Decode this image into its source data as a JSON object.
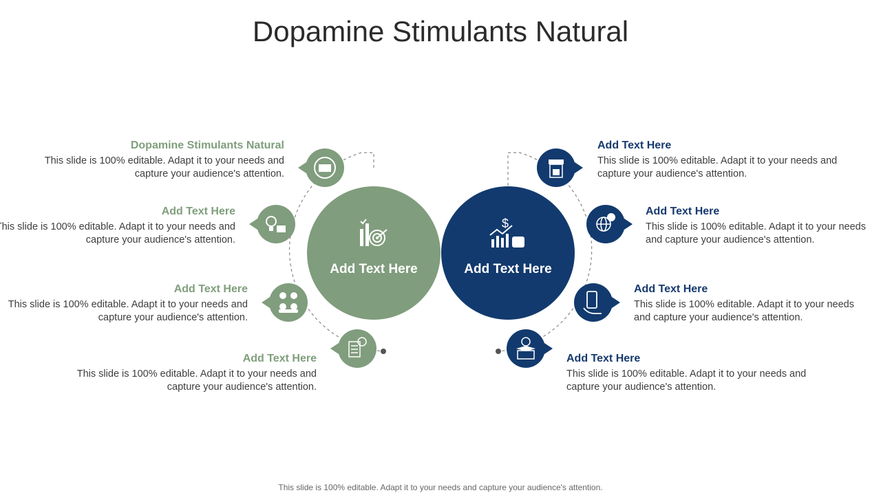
{
  "title": "Dopamine Stimulants Natural",
  "colors": {
    "green": "#809d7d",
    "navy": "#123a6e",
    "dashed_line": "#888888"
  },
  "left_circle": {
    "label": "Add Text Here",
    "icon": "bar-chart-target-icon"
  },
  "right_circle": {
    "label": "Add Text Here",
    "icon": "dollar-growth-chart-icon"
  },
  "left_items": [
    {
      "heading": "Dopamine Stimulants Natural",
      "text": "This slide is 100% editable. Adapt it to your needs and capture your audience's attention.",
      "icon": "money-transfer-icon"
    },
    {
      "heading": "Add Text Here",
      "text": "This slide is 100% editable. Adapt it to your needs and capture your audience's attention.",
      "icon": "lightbulb-money-icon"
    },
    {
      "heading": "Add Text Here",
      "text": "This slide is 100% editable. Adapt it to your needs and capture your audience's attention.",
      "icon": "team-ideas-icon"
    },
    {
      "heading": "Add Text Here",
      "text": "This slide is 100% editable. Adapt it to your needs and capture your audience's attention.",
      "icon": "document-clock-icon"
    }
  ],
  "right_items": [
    {
      "heading": "Add Text Here",
      "text": "This slide is 100% editable. Adapt it to your needs and capture your audience's attention.",
      "icon": "online-shop-icon"
    },
    {
      "heading": "Add Text Here",
      "text": "This slide is 100% editable. Adapt it to your needs and capture your audience's attention.",
      "icon": "global-business-icon"
    },
    {
      "heading": "Add Text Here",
      "text": "This slide is 100% editable. Adapt it to your needs and capture your audience's attention.",
      "icon": "mobile-payment-icon"
    },
    {
      "heading": "Add Text Here",
      "text": "This slide is 100% editable. Adapt it to your needs and capture your audience's attention.",
      "icon": "money-box-icon"
    }
  ],
  "footer": "This slide is 100% editable. Adapt it to your needs and capture your audience's attention."
}
